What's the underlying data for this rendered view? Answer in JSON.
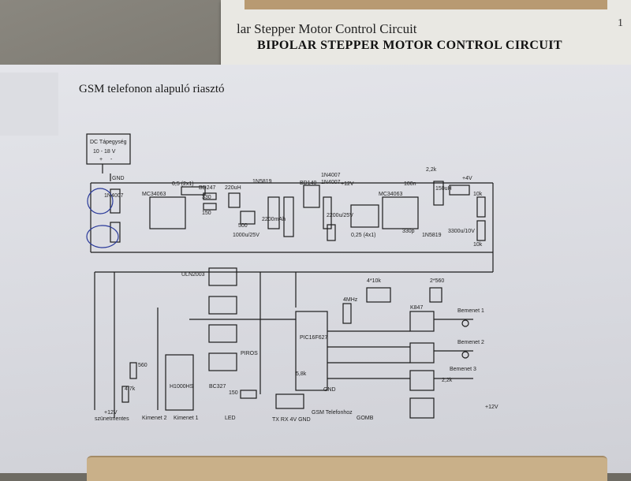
{
  "back_doc": {
    "title_partial": "lar Stepper Motor Control Circuit",
    "page_number": "1",
    "title_main": "BIPOLAR STEPPER MOTOR CONTROL CIRCUIT"
  },
  "schematic": {
    "title": "GSM telefonon alapuló riasztó",
    "labels": {
      "power_box": "DC Tápegység",
      "power_box_range": "10 - 18 V",
      "plus": "+",
      "minus": "-",
      "gnd": "GND",
      "d1": "1N4007",
      "ic1": "MC34063",
      "r_05": "0,5 (2x1)",
      "bd247": "BD247",
      "r330": "330",
      "r150": "150",
      "c220u": "220uH",
      "d5819a": "1N5819",
      "bd140": "BD140",
      "d4007b": "1N4007",
      "d4007c": "1N4007",
      "v12": "+12V",
      "r22k": "2,2k",
      "c100n": "100n",
      "c150u": "150uH",
      "v4": "+4V",
      "ic2": "MC34063",
      "d5819b": "1N5819",
      "r10k": "10k",
      "r10k2": "10k",
      "c1000": "1000u/25V",
      "c2200ah": "2200mAh",
      "r500": "500",
      "c2200": "2200u/25V",
      "r025": "0,25 (4x1)",
      "c330": "330p",
      "c3300": "3300u/10V",
      "uln": "ULN2003",
      "r4x10k": "4*10k",
      "r2x560": "2*560",
      "pic": "PIC16F627",
      "xtal": "4MHz",
      "k847": "K847",
      "bem1": "Bemenet 1",
      "bem2": "Bemenet 2",
      "bem3": "Bemenet 3",
      "piros": "PIROS",
      "r560": "560",
      "r47k": "4,7k",
      "bc327": "BC327",
      "r150b": "150",
      "led": "LED",
      "r58k": "5,8k",
      "gnd2": "GND",
      "gsm": "GSM Telefonhoz",
      "pins": "TX  RX  4V  GND",
      "gomb": "GOMB",
      "v12b": "+12V",
      "out": "+12V",
      "out2": "szünetmentes",
      "kim2": "Kimenet 2",
      "kim1": "Kimenet 1",
      "rel": "H1000HS",
      "r22k2": "2,2k"
    }
  }
}
